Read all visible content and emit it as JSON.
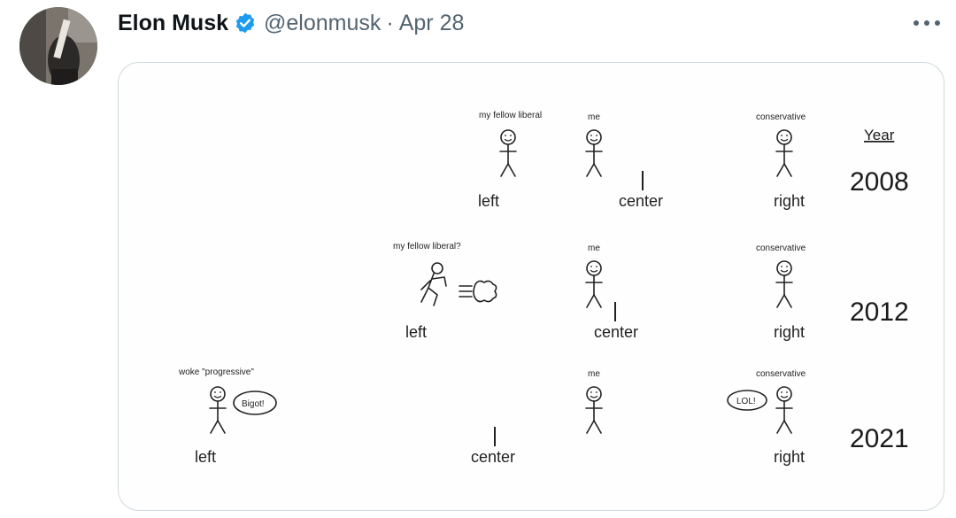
{
  "author": {
    "name": "Elon Musk",
    "handle": "@elonmusk",
    "separator": "·",
    "date": "Apr 28",
    "verified_color": "#1d9bf0"
  },
  "icons": {
    "verified": "verified-badge-icon",
    "more": "more-options-icon"
  },
  "meme": {
    "year_header": "Year",
    "rows": [
      {
        "year": "2008",
        "left_label": "left",
        "center_label": "center",
        "right_label": "right",
        "figure_left_label": "my fellow liberal",
        "figure_me_label": "me",
        "figure_right_label": "conservative"
      },
      {
        "year": "2012",
        "left_label": "left",
        "center_label": "center",
        "right_label": "right",
        "figure_left_label": "my fellow liberal?",
        "figure_me_label": "me",
        "figure_right_label": "conservative"
      },
      {
        "year": "2021",
        "left_label": "left",
        "center_label": "center",
        "right_label": "right",
        "figure_left_label": "woke \"progressive\"",
        "figure_me_label": "me",
        "figure_right_label": "conservative",
        "bubble_left": "Bigot!",
        "bubble_right": "LOL!"
      }
    ],
    "colors": {
      "left_blue": "#4a7fd0",
      "right_red": "#d9534f"
    }
  }
}
